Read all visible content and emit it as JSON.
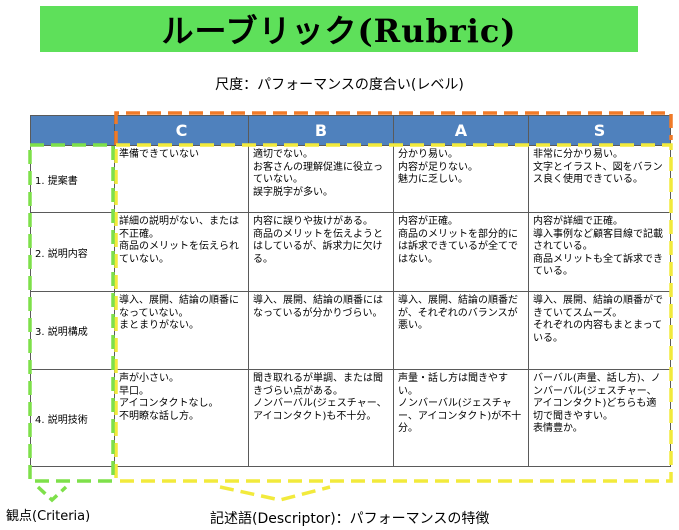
{
  "title": "ルーブリック(Rubric)",
  "scale_label": "尺度：パフォーマンスの度合い(レベル)",
  "criteria_label": "観点(Criteria)",
  "descriptor_label": "記述語(Descriptor)：パフォーマンスの特徴",
  "levels": [
    "C",
    "B",
    "A",
    "S"
  ],
  "rows": [
    {
      "criterion": "1. 提案書",
      "cells": [
        "準備できていない",
        "適切でない。\nお客さんの理解促進に役立っていない。\n誤字脱字が多い。",
        "分かり易い。\n内容が足りない。\n魅力に乏しい。",
        "非常に分かり易い。\n文字とイラスト、図をバランス良く使用できている。"
      ]
    },
    {
      "criterion": "2. 説明内容",
      "cells": [
        "詳細の説明がない、または不正確。\n商品のメリットを伝えられていない。",
        "内容に誤りや抜けがある。\n商品のメリットを伝えようとはしているが、訴求力に欠ける。",
        "内容が正確。\n商品のメリットを部分的には訴求できているが全てではない。",
        "内容が詳細で正確。\n導入事例など顧客目線で記載されている。\n商品メリットも全て訴求できている。"
      ]
    },
    {
      "criterion": "3. 説明構成",
      "cells": [
        "導入、展開、結論の順番になっていない。\nまとまりがない。",
        "導入、展開、結論の順番にはなっているが分かりづらい。",
        "導入、展開、結論の順番だが、それぞれのバランスが悪い。",
        "導入、展開、結論の順番ができていてスムーズ。\nそれぞれの内容もまとまっている。"
      ]
    },
    {
      "criterion": "4. 説明技術",
      "cells": [
        "声が小さい。\n早口。\nアイコンタクトなし。\n不明瞭な話し方。",
        "聞き取れるが単調、または聞きづらい点がある。\nノンバーバル(ジェスチャー、アイコンタクト)も不十分。",
        "声量・話し方は聞きやすい。\nノンバーバル(ジェスチャー、アイコンタクト)が不十分。",
        "バーバル(声量、話し方)、ノンバーバル(ジェスチャー、アイコンタクト)どちらも適切で聞きやすい。\n表情豊か。"
      ]
    }
  ],
  "colors": {
    "banner": "#5ee05a",
    "header": "#4f81bd",
    "scale_outline": "#f07a28",
    "criteria_outline": "#7ee04a",
    "descriptor_outline": "#f2ea3c"
  }
}
